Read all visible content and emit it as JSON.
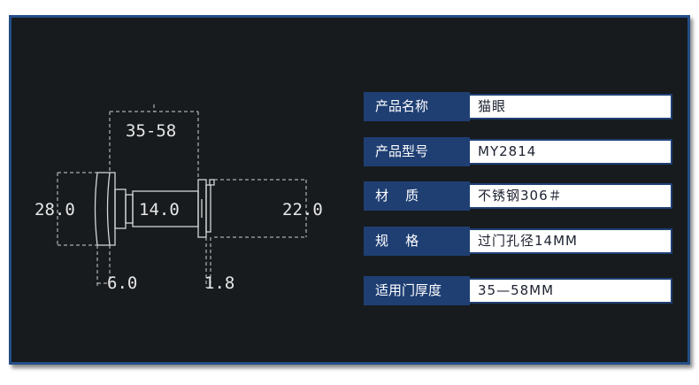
{
  "drawing": {
    "dim_length": "35-58",
    "dim_head_dia": "28.0",
    "dim_body_dia": "14.0",
    "dim_flange_dia": "22.0",
    "dim_head_thick": "6.0",
    "dim_flange_thick": "1.8"
  },
  "specs": [
    {
      "label": "产品名称",
      "value": "猫眼"
    },
    {
      "label": "产品型号",
      "value": "MY2814"
    },
    {
      "label": "材    质",
      "value": "不锈钢306＃"
    },
    {
      "label": "规    格",
      "value": "过门孔径14MM"
    },
    {
      "label": "适用门厚度",
      "value": "35—58MM"
    }
  ]
}
